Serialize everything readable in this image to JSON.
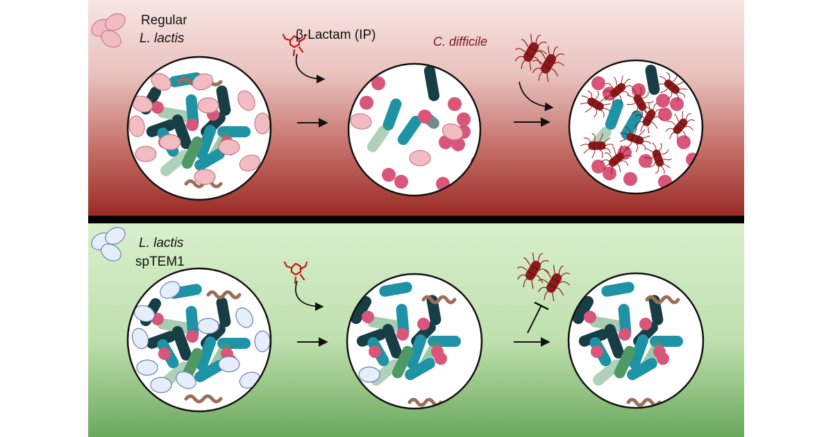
{
  "top_panel": {
    "background_top": "#f7e6e4",
    "background_bottom": "#9a2b26",
    "legend_line1": "Regular",
    "legend_line2": "L. lactis",
    "antibiotic_label": "β-Lactam (IP)",
    "pathogen_label": "C. difficile",
    "pathogen_label_color": "#7a1414"
  },
  "bottom_panel": {
    "background_top": "#d8efcc",
    "background_bottom": "#6aa85c",
    "legend_line1": "L. lactis",
    "legend_line2": "spTEM1"
  },
  "colors": {
    "dark_rod": "#163e44",
    "teal_rod": "#1f93a6",
    "green_rod": "#4e9a66",
    "pink_coccus": "#d9567a",
    "lactis_regular": "#f3bcc2",
    "lactis_sptem1": "#e6eefb",
    "pathogen": "#8c1a1a",
    "worm": "#9c6e58",
    "antibiotic_icon": "#c81414"
  },
  "icons": [
    "antibiotic-molecule-icon",
    "clostridium-difficile-icon",
    "lactococcus-icon",
    "arrow-right-icon",
    "inhibition-arrow-icon"
  ]
}
